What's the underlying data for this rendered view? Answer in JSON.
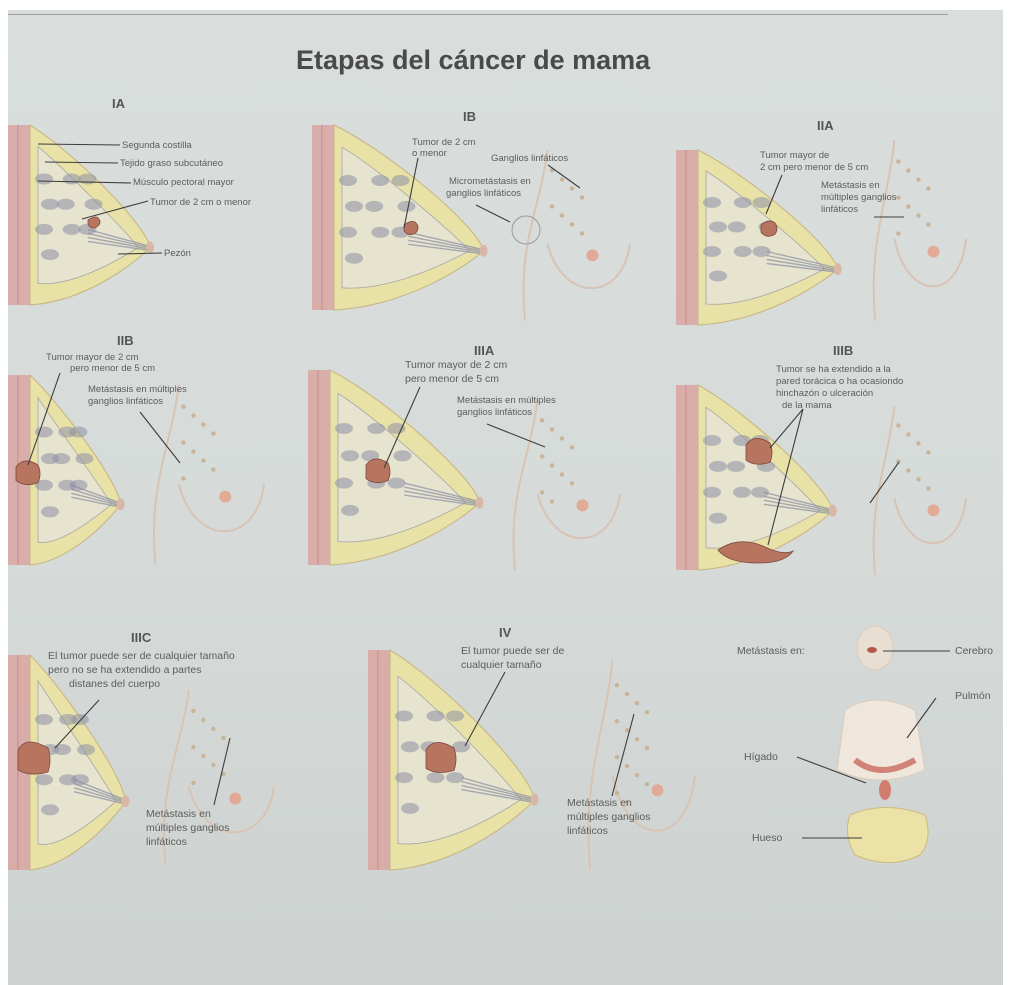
{
  "title": "Etapas del cáncer de mama",
  "stages": {
    "ia": {
      "name": "IA",
      "labels": [
        "Segunda costilla",
        "Tejido graso subcutáneo",
        "Músculo pectoral mayor",
        "Tumor de 2 cm o menor",
        "Pezón"
      ]
    },
    "ib": {
      "name": "IB",
      "labels": [
        "Tumor de 2 cm",
        "o menor",
        "Ganglios linfáticos",
        "Micrometástasis en",
        "ganglios linfáticos"
      ]
    },
    "iia": {
      "name": "IIA",
      "labels": [
        "Tumor mayor de",
        "2 cm pero menor de 5 cm",
        "Metástasis en",
        "múltiples ganglios",
        "linfáticos"
      ]
    },
    "iib": {
      "name": "IIB",
      "labels": [
        "Tumor mayor de 2 cm",
        "pero menor de 5 cm",
        "Metástasis en múltiples",
        "ganglios linfáticos"
      ]
    },
    "iiia": {
      "name": "IIIA",
      "labels": [
        "Tumor mayor de 2 cm",
        "pero menor de 5 cm",
        "Metástasis en múltiples",
        "ganglios linfáticos"
      ]
    },
    "iiib": {
      "name": "IIIB",
      "labels": [
        "Tumor se ha extendido a la",
        "pared torácica o ha ocasiondo",
        "hinchazón o ulceración",
        "de la mama"
      ]
    },
    "iiic": {
      "name": "IIIC",
      "labels": [
        "El tumor puede ser de cualquier tamaño",
        "pero no se ha extendido a partes",
        "distanes del cuerpo",
        "Metástasis en",
        "múltiples ganglios",
        "linfáticos"
      ]
    },
    "iv": {
      "name": "IV",
      "labels": [
        "El tumor puede ser de",
        "cualquier tamaño",
        "Metástasis en",
        "múltiples ganglios",
        "linfáticos"
      ]
    },
    "metastasis": {
      "heading": "Metástasis en:",
      "labels": [
        "Cerebro",
        "Pulmón",
        "Hígado",
        "Hueso"
      ]
    }
  },
  "colors": {
    "paper": "#d6dbd9",
    "fat": "#e8e2a6",
    "muscle": "#d9a5a0",
    "skin": "#eadccf",
    "tissue": "#8c8fa6",
    "tumor": "#b77560",
    "node": "#c7b49a"
  }
}
